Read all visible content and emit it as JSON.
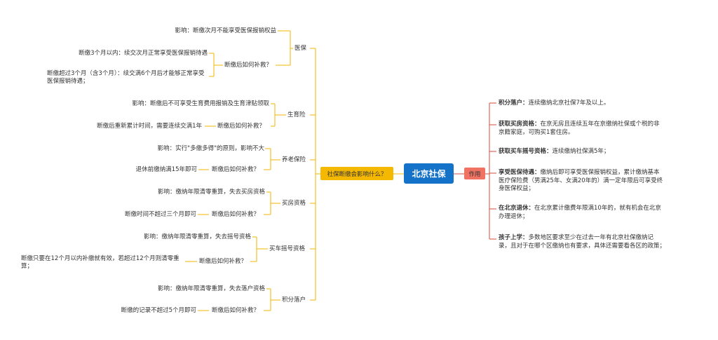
{
  "colors": {
    "line": "#f0b400",
    "central": "#1473c8",
    "left_box": "#f5b800",
    "right_box": "#f07263",
    "right_line": "#d94a3a"
  },
  "central": "北京社保",
  "left_main": "社保断缴会影响什么？",
  "right_main": "作用",
  "left_branches": [
    {
      "title": "医保",
      "impact": "影响：断缴次月不能享受医保报销权益",
      "remedy_label": "断缴后如何补救？",
      "remedies": [
        "断缴3个月以内：续交次月正常享受医保报销待遇",
        "断缴超过3个月（含3个月）：续交满6个月后才能够正常享受医保报销待遇；"
      ]
    },
    {
      "title": "生育险",
      "impact": "影响：断缴后不可享受生育费用报销及生育津贴领取",
      "remedy_label": "断缴后如何补救？",
      "remedies": [
        "断缴后重新累计时间，需要连续交满1年"
      ]
    },
    {
      "title": "养老保险",
      "impact": "影响：实行\"多缴多得\"的原则，影响不大",
      "remedy_label": "断缴后如何补救？",
      "remedies": [
        "退休前缴纳满15年即可"
      ]
    },
    {
      "title": "买房资格",
      "impact": "影响：缴纳年限清零重算，失去买房资格",
      "remedy_label": "断缴后如何补救？",
      "remedies": [
        "断缴时间不超过三个月即可"
      ]
    },
    {
      "title": "买车摇号资格",
      "impact": "影响：缴纳年限清零重算，失去摇号资格",
      "remedy_label": "断缴后如何补救？",
      "remedies": [
        "断缴只要在12个月以内补缴就有效，若超过12个月则清零重算；"
      ]
    },
    {
      "title": "积分落户",
      "impact": "影响：缴纳年限清零重算，失去落户资格",
      "remedy_label": "断缴后如何补救？",
      "remedies": [
        "断缴的记录不超过5个月即可"
      ]
    }
  ],
  "right_items": [
    {
      "title": "积分落户：",
      "text": "连续缴纳北京社保7年及以上。"
    },
    {
      "title": "获取买房资格：",
      "text": "在京无房且连续五年在京缴纳社保或个税的非京籍家庭，可购买1套住房。"
    },
    {
      "title": "获取买车摇号资格：",
      "text": "连续缴纳社保满5年；"
    },
    {
      "title": "享受医保待遇：",
      "text": "缴纳后即可享受医保报销权益，累计缴纳基本医疗保险费（男满25年、女满20年的）满一定年限后可享受终身医保权益；"
    },
    {
      "title": "在北京退休：",
      "text": "在北京累计缴费年限满10年的，就有机会在北京办理退休；"
    },
    {
      "title": "孩子上学：",
      "text": "多数地区要求至少在过去一年有北京社保缴纳记录，且对于在哪个区缴纳也有要求，具体还需要看各区的政策；"
    }
  ]
}
